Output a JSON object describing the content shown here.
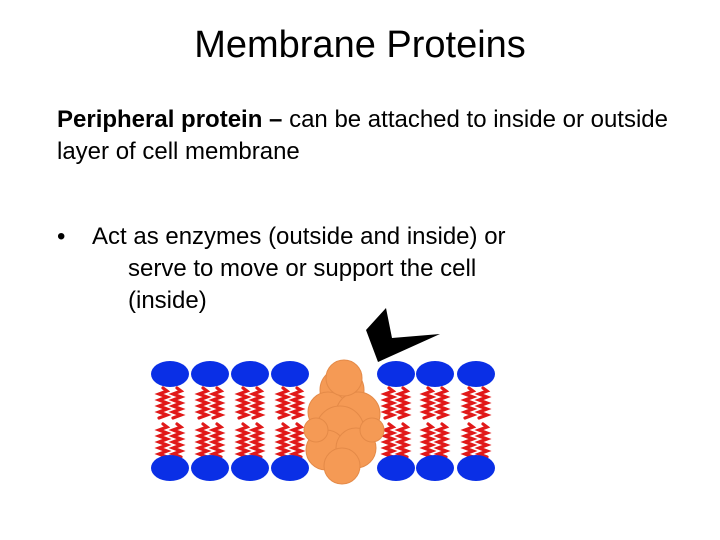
{
  "slide": {
    "title": "Membrane Proteins",
    "definition": {
      "term": "Peripheral protein –",
      "text": " can be attached to inside or outside layer of cell membrane"
    },
    "bullets": [
      {
        "line1": "Act as enzymes (outside and inside) or",
        "line2": "serve to move or support the cell",
        "line3": "(inside)"
      }
    ]
  },
  "diagram": {
    "icons": [
      "phospholipid-head-icon",
      "lipid-tail-icon",
      "peripheral-protein-icon",
      "membrane-protein-icon"
    ],
    "colors": {
      "head": "#0a2fe6",
      "tail": "#e11919",
      "protein": "#f59a55",
      "peripheral": "#000000"
    }
  }
}
